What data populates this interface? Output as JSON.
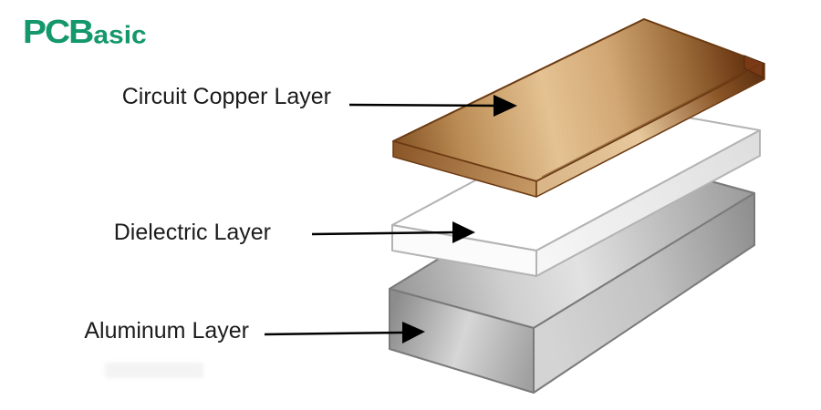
{
  "brand": {
    "bold": "PCB",
    "rest": "asic",
    "full": "PCBasic",
    "color": "#14986b"
  },
  "diagram": {
    "title_implied": "Aluminum PCB layer stack",
    "layers": [
      {
        "label": "Circuit Copper Layer",
        "fill": "#c89057"
      },
      {
        "label": "Dielectric Layer",
        "fill": "#ffffff"
      },
      {
        "label": "Aluminum Layer",
        "fill": "#c0c0c0"
      }
    ]
  },
  "frame_colors": {
    "dark_green": "#0d2d14",
    "medium_green": "#2e6b42",
    "light_green": "#74ab7e"
  }
}
